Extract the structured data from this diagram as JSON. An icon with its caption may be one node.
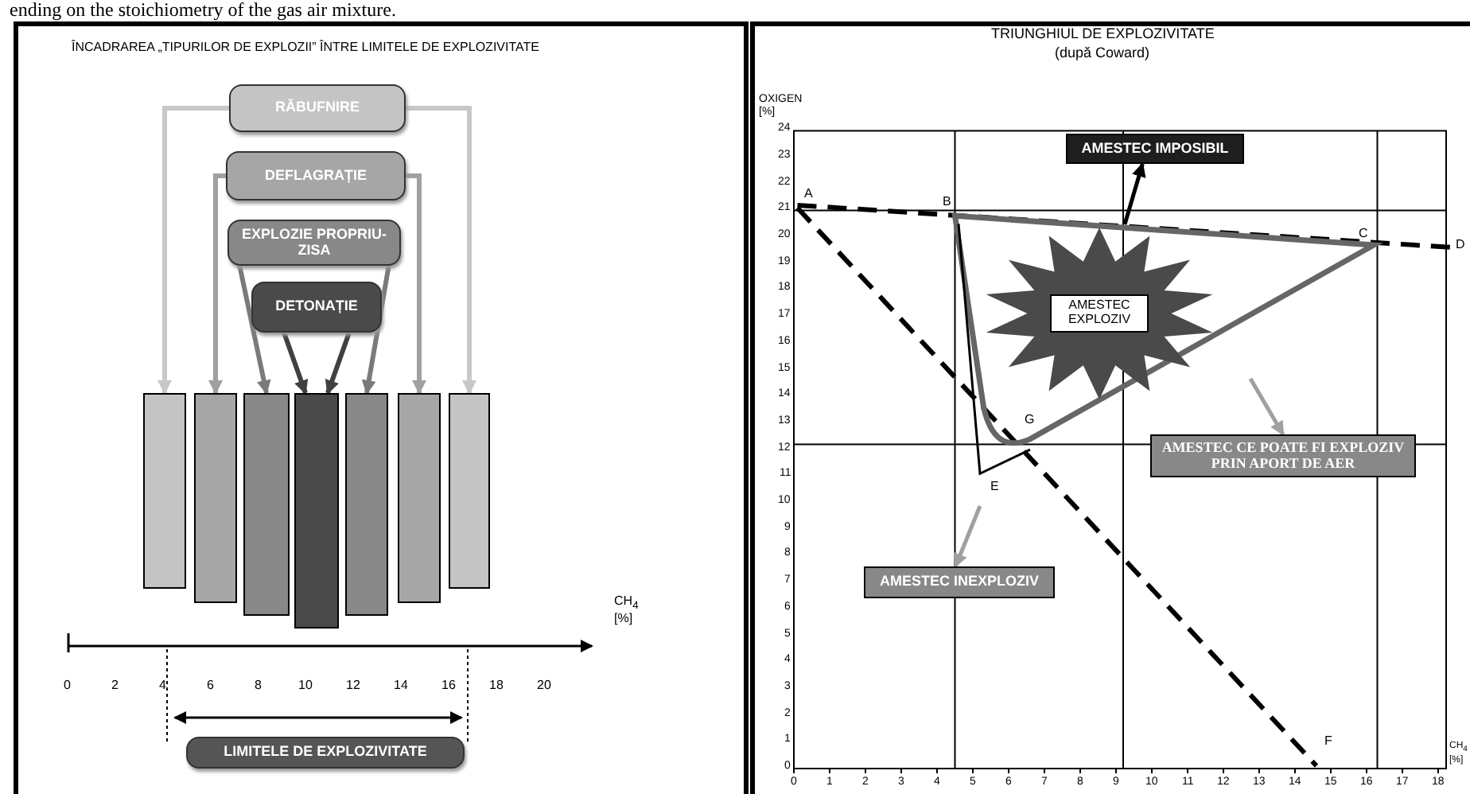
{
  "diagram": {
    "nodes": [
      {
        "text": [
          "RĂBUFNIRE"
        ]
      },
      {
        "text": [
          "DEFLAGRAȚIE"
        ]
      },
      {
        "text": [
          "EXPLOZIE PROPRIU- ZISA"
        ]
      },
      {
        "text": [
          "DETONAȚIE"
        ]
      },
      {
        "text": [],
        "shape": "bar"
      },
      {
        "text": [],
        "shape": "bar"
      },
      {
        "text": [],
        "shape": "bar"
      },
      {
        "text": [],
        "shape": "bar"
      },
      {
        "text": [],
        "shape": "bar"
      },
      {
        "text": [],
        "shape": "bar"
      },
      {
        "text": [],
        "shape": "bar"
      },
      {
        "text": [
          "LIMITELE DE EXPLOZIVITATE"
        ]
      },
      {
        "text": [
          "AMESTEC IMPOSIBIL"
        ]
      },
      {
        "text": [
          "AMESTEC EXPLOZIV"
        ]
      },
      {
        "text": [
          "AMESTEC CE POATE FI EXPLOZIV PRIN APORT DE AER"
        ]
      },
      {
        "text": [
          "AMESTEC INEXPLOZIV"
        ]
      }
    ],
    "edges": [
      {
        "from": 0,
        "to": 4,
        "arrow": "to",
        "color": "#c8c8c8"
      },
      {
        "from": 0,
        "to": 10,
        "arrow": "to",
        "color": "#c8c8c8"
      },
      {
        "from": 1,
        "to": 5,
        "arrow": "to"
      },
      {
        "from": 1,
        "to": 9,
        "arrow": "to"
      },
      {
        "from": 2,
        "to": 6,
        "arrow": "to",
        "color": "#7a7a7a"
      },
      {
        "from": 2,
        "to": 8,
        "arrow": "to",
        "color": "#7a7a7a"
      },
      {
        "from": 3,
        "to": 7,
        "arrow": "to",
        "color": "#404040"
      },
      {
        "from": 3,
        "to": 7,
        "arrow": "to",
        "color": "#404040"
      },
      {
        "from": null,
        "to": 12,
        "arrow": "to",
        "color": "#000000"
      },
      {
        "from": null,
        "to": 14,
        "arrow": "to"
      },
      {
        "from": null,
        "to": 15,
        "arrow": "to"
      }
    ],
    "labels": [
      "ending on the stoichiometry of the gas air mixture.",
      "ÎNCADRAREA „TIPURILOR DE EXPLOZII” ÎNTRE LIMITELE DE EXPLOZIVITATE",
      "TRIUNGHIUL DE EXPLOZIVITATE",
      "(după Coward)",
      "0",
      "2",
      "4",
      "6",
      "8",
      "10",
      "12",
      "14",
      "16",
      "18",
      "20",
      "CH$_{4}$ [%]",
      "OXIGEN [%]",
      "24",
      "23",
      "22",
      "21",
      "20",
      "19",
      "18",
      "17",
      "16",
      "15",
      "14",
      "13",
      "12",
      "11",
      "10",
      "9",
      "8",
      "7",
      "6",
      "5",
      "4",
      "3",
      "2",
      "1",
      "0",
      "A",
      "B",
      "C",
      "D",
      "G",
      "E",
      "F",
      "0",
      "1",
      "2",
      "3",
      "4",
      "5",
      "6",
      "7",
      "8",
      "9",
      "10",
      "11",
      "12",
      "13",
      "14",
      "15",
      "16",
      "17",
      "18",
      "CH$_{4}$ [%]"
    ]
  }
}
